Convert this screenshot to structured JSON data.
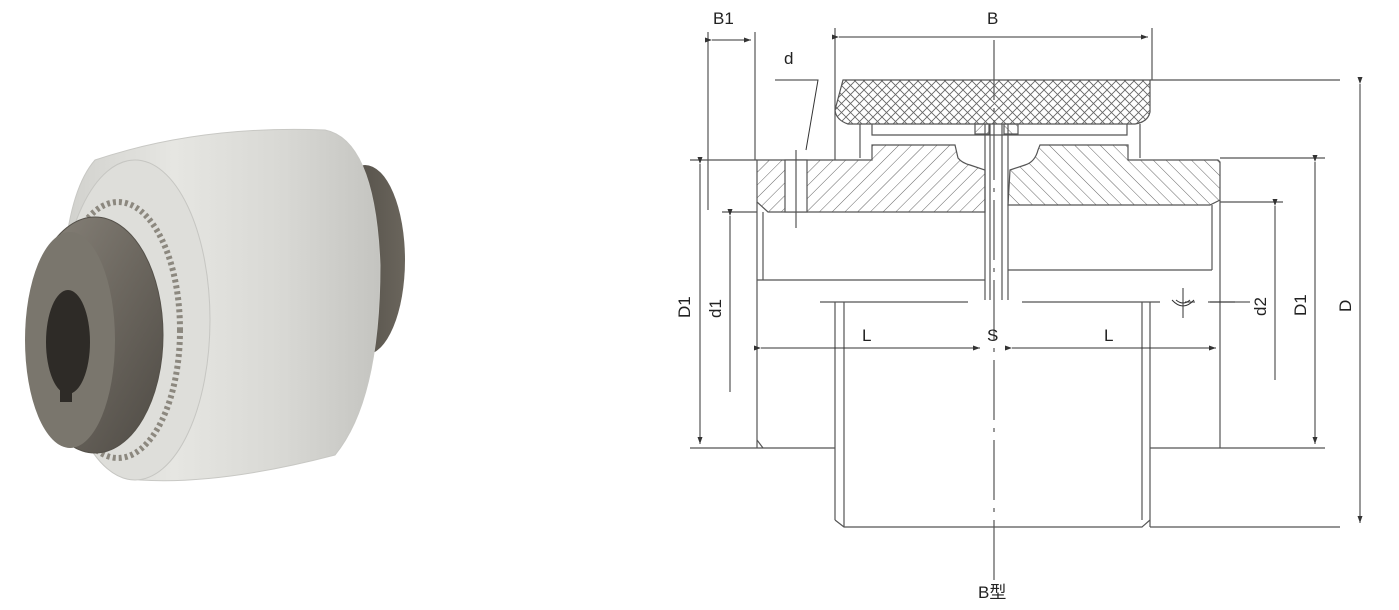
{
  "figure": {
    "type": "product photo + engineering cross-section drawing",
    "subject": "nylon sleeve gear (drum) coupling",
    "variant_label": "B型"
  },
  "photo": {
    "description": "white nylon sleeve coupling with dark steel hubs on both ends"
  },
  "drawing": {
    "dimension_labels": {
      "B1": "B1",
      "B": "B",
      "d": "d",
      "D1_left": "D1",
      "d1": "d1",
      "L_left": "L",
      "S": "S",
      "L_right": "L",
      "d2": "d2",
      "D1_right": "D1",
      "D": "D"
    },
    "caption": "B型"
  },
  "colors": {
    "line": "#555555",
    "hatch": "#666666",
    "background": "#ffffff",
    "sleeve": "#dcdcd8",
    "hub": "#6e6a62"
  }
}
